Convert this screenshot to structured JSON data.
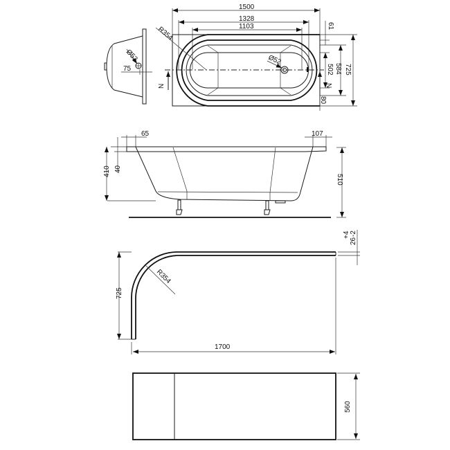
{
  "title": "Bathtub technical drawing",
  "colors": {
    "line": "#111111",
    "background": "#ffffff"
  },
  "top_view": {
    "dims": {
      "overall_length": "1500",
      "rim_inner_length": "1328",
      "basin_length": "1103",
      "radius": "R354",
      "waste_diameter": "Ø52",
      "end_waste_diameter": "Ø52",
      "end_offset": "75",
      "rim_top": "61",
      "basin_width": "502",
      "inner_width": "584",
      "overall_width": "725",
      "rim_bottom": "80",
      "section_label_left": "N",
      "section_label_right": "N"
    }
  },
  "side_view": {
    "dims": {
      "left_rim": "65",
      "right_rim": "107",
      "rim_thickness": "40",
      "depth": "410",
      "total_height": "510"
    }
  },
  "panel_plan": {
    "dims": {
      "thickness": "26",
      "tol_plus": "+4",
      "tol_minus": "-2",
      "radius": "R354",
      "return_length": "725",
      "length": "1700"
    }
  },
  "panel_elevation": {
    "dims": {
      "height": "560"
    }
  }
}
